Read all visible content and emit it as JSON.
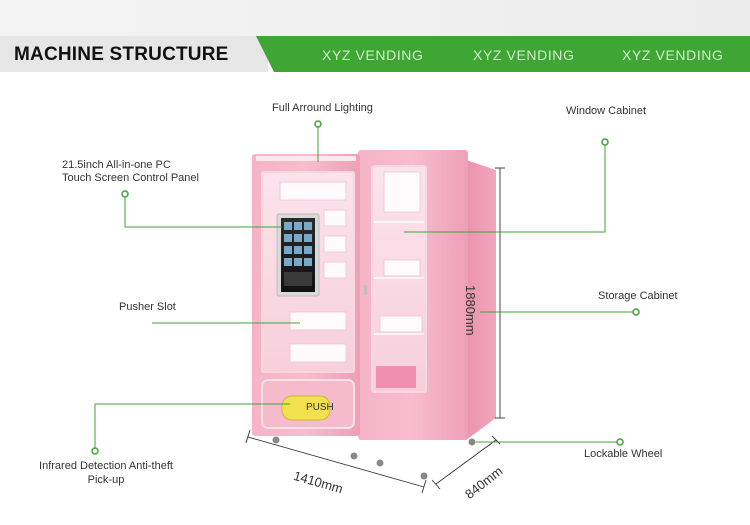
{
  "header": {
    "title": "MACHINE STRUCTURE",
    "brands": [
      "XYZ VENDING",
      "XYZ VENDING",
      "XYZ VENDING"
    ]
  },
  "callouts": {
    "lighting": "Full Arround Lighting",
    "window_cabinet": "Window Cabinet",
    "touch_line1": "21.5inch All-in-one PC",
    "touch_line2": "Touch Screen Control Panel",
    "pusher_slot": "Pusher Slot",
    "storage_cabinet": "Storage Cabinet",
    "infrared_line1": "Infrared Detection Anti-theft",
    "infrared_line2": "Pick-up",
    "lockable_wheel": "Lockable Wheel"
  },
  "dimensions": {
    "height": "1880mm",
    "width": "1410mm",
    "depth": "840mm"
  },
  "machine": {
    "push_label": "PUSH"
  },
  "colors": {
    "accent_green": "#3fa535",
    "machine_pink": "#f2a6bd"
  }
}
